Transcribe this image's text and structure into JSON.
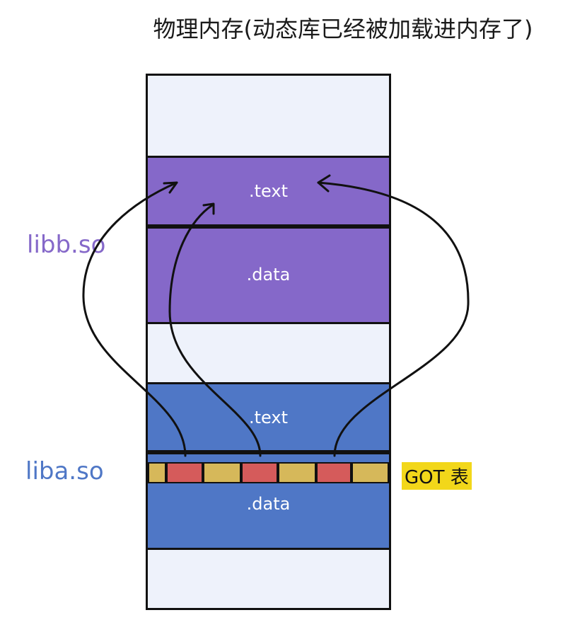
{
  "title": "物理内存(动态库已经被加载进内存了)",
  "libb": {
    "label": "libb.so",
    "text_label": ".text",
    "data_label": ".data",
    "color": "#8568c9"
  },
  "liba": {
    "label": "liba.so",
    "text_label": ".text",
    "data_label": ".data",
    "color": "#4f77c6"
  },
  "got": {
    "label": "GOT 表",
    "entry_colors": [
      "#d6b85a",
      "#d55b5b"
    ],
    "label_bg": "#f2d71a"
  },
  "free_color": "#eef2fb"
}
